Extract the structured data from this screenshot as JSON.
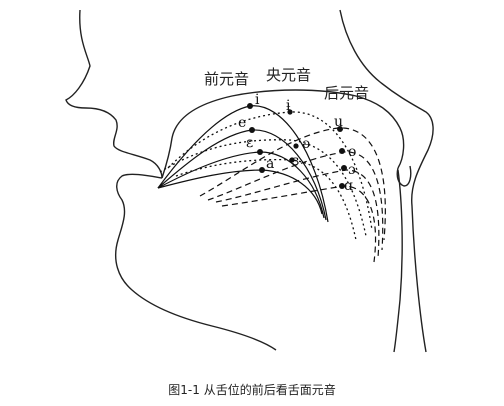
{
  "figure": {
    "regions": {
      "front": "前元音",
      "central": "央元音",
      "back": "后元音"
    },
    "vowels": {
      "front": [
        {
          "symbol": "i"
        },
        {
          "symbol": "e"
        },
        {
          "symbol": "ε"
        },
        {
          "symbol": "a"
        }
      ],
      "central": [
        {
          "symbol": "ɨ"
        },
        {
          "symbol": "ə"
        },
        {
          "symbol": "ɜ"
        }
      ],
      "back": [
        {
          "symbol": "u"
        },
        {
          "symbol": "o"
        },
        {
          "symbol": "ɔ"
        },
        {
          "symbol": "ɑ"
        }
      ]
    }
  },
  "caption": "图1-1   从舌位的前后看舌面元音"
}
